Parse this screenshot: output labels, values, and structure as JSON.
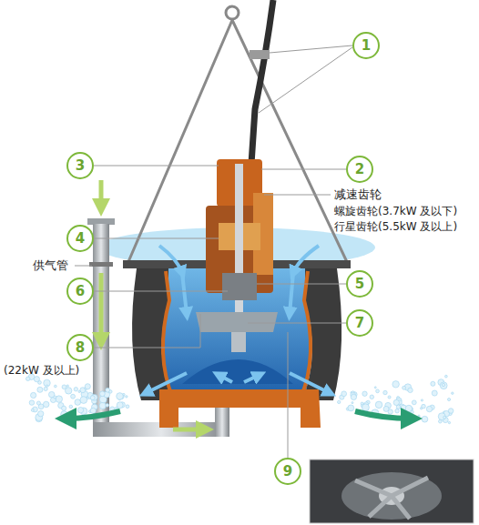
{
  "diagram": {
    "labels": [
      "1",
      "3",
      "2",
      "减速齿轮",
      "螺旋齿轮(3.7kW 及以下)",
      "行星齿轮(5.5kW 及以上)",
      "4",
      "供气管",
      "6",
      "5",
      "7",
      "8",
      "(22kW 及以上)",
      "9"
    ]
  }
}
